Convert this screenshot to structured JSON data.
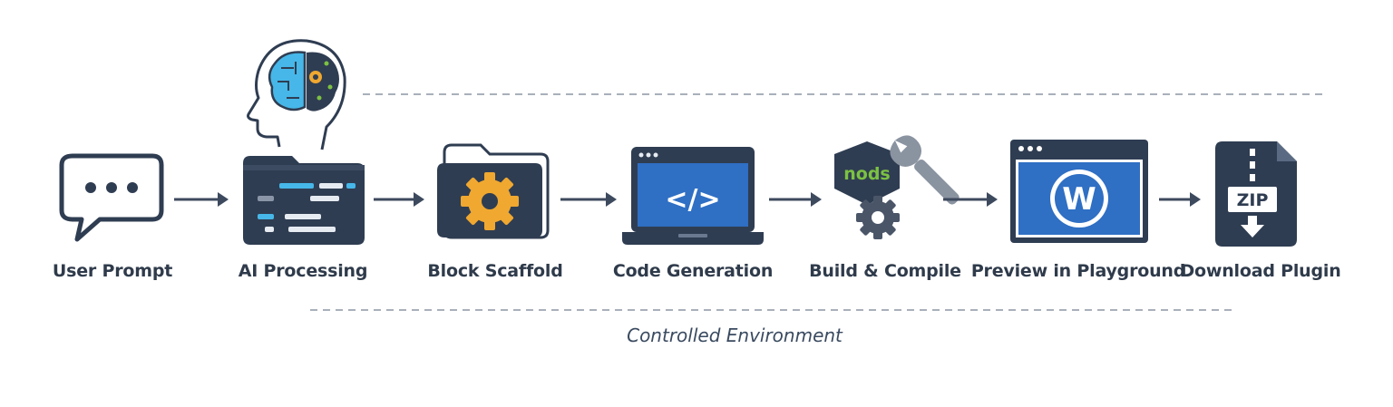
{
  "steps": [
    {
      "label": "User Prompt",
      "icon": "speech-bubble-icon"
    },
    {
      "label": "AI Processing",
      "icon": "ai-brain-folder-icon"
    },
    {
      "label": "Block Scaffold",
      "icon": "folder-gear-icon"
    },
    {
      "label": "Code Generation",
      "icon": "laptop-code-icon"
    },
    {
      "label": "Build & Compile",
      "icon": "node-wrench-gear-icon"
    },
    {
      "label": "Preview in Playground",
      "icon": "browser-wordpress-icon"
    },
    {
      "label": "Download Plugin",
      "icon": "zip-download-icon"
    }
  ],
  "environment_label": "Controlled Environment",
  "icon_text": {
    "nodejs": "nods",
    "zip": "ZIP",
    "code": "</>"
  },
  "colors": {
    "dark_navy": "#2f3d52",
    "accent_blue": "#2f6fc4",
    "accent_cyan": "#46b7e8",
    "accent_orange": "#f0a830",
    "node_green": "#7cc142",
    "arrow": "#3d4a5e",
    "dash": "#a9b0ba"
  }
}
